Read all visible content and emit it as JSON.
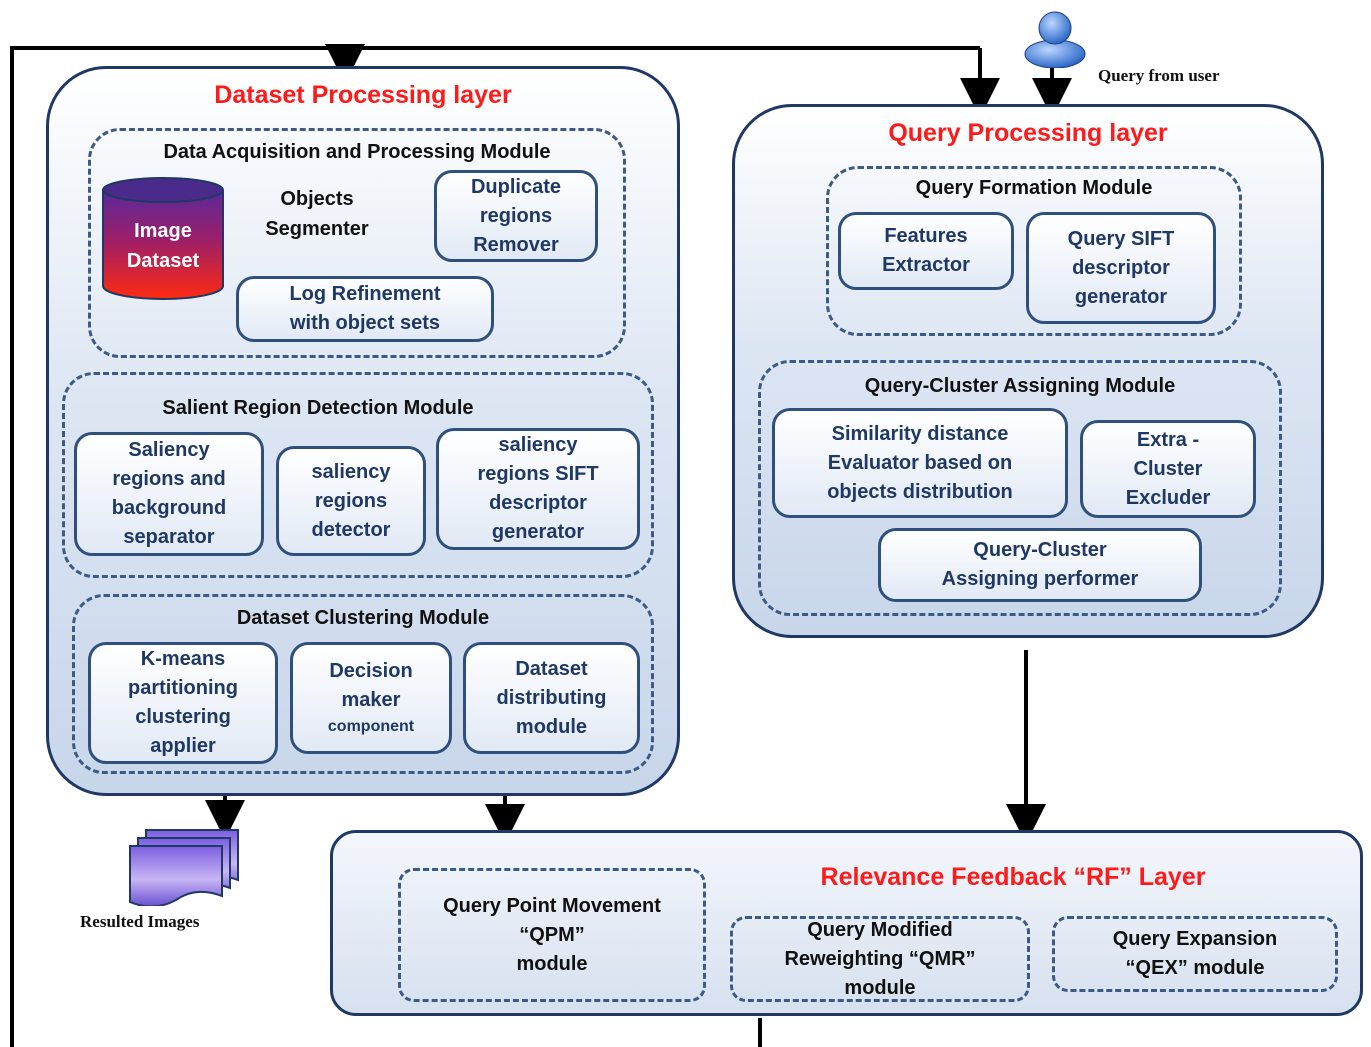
{
  "colors": {
    "layer_title": "#ff1a1a",
    "box_text": "#1f3864",
    "border": "#1f3864",
    "dashed": "#3b5a85"
  },
  "icons": {
    "user": "user-icon",
    "database": "database-cylinder-icon",
    "images": "image-stack-icon"
  },
  "query_from_user": "Query from user",
  "resulted_images": "Resulted Images",
  "dataset_layer": {
    "title": "Dataset Processing layer",
    "acquisition": {
      "title": "Data Acquisition and Processing Module",
      "image_dataset": "Image\nDataset",
      "objects_segmenter": "Objects\nSegmenter",
      "duplicate_remover": "Duplicate\nregions\nRemover",
      "log_refinement": "Log Refinement\nwith object sets"
    },
    "salient": {
      "title": "Salient Region Detection Module",
      "separator": "Saliency\nregions and\nbackground\nseparator",
      "detector": "saliency\nregions\ndetector",
      "sift_generator": "saliency\nregions SIFT\ndescriptor\ngenerator"
    },
    "clustering": {
      "title": "Dataset Clustering Module",
      "kmeans": "K-means\npartitioning\nclustering\napplier",
      "decision_main": "Decision\nmaker",
      "decision_sub": "component",
      "distributing": "Dataset\ndistributing\nmodule"
    }
  },
  "query_layer": {
    "title": "Query Processing layer",
    "formation": {
      "title": "Query Formation Module",
      "features": "Features\nExtractor",
      "sift": "Query SIFT\ndescriptor\ngenerator"
    },
    "assigning": {
      "title": "Query-Cluster Assigning Module",
      "similarity": "Similarity distance\nEvaluator based on\nobjects distribution",
      "extra": "Extra -\nCluster\nExcluder",
      "performer": "Query-Cluster\nAssigning performer"
    }
  },
  "rf_layer": {
    "title": "Relevance Feedback “RF” Layer",
    "qpm": "Query Point Movement\n“QPM”\nmodule",
    "qmr": "Query Modified\nReweighting “QMR”\nmodule",
    "qex": "Query Expansion\n“QEX” module"
  }
}
